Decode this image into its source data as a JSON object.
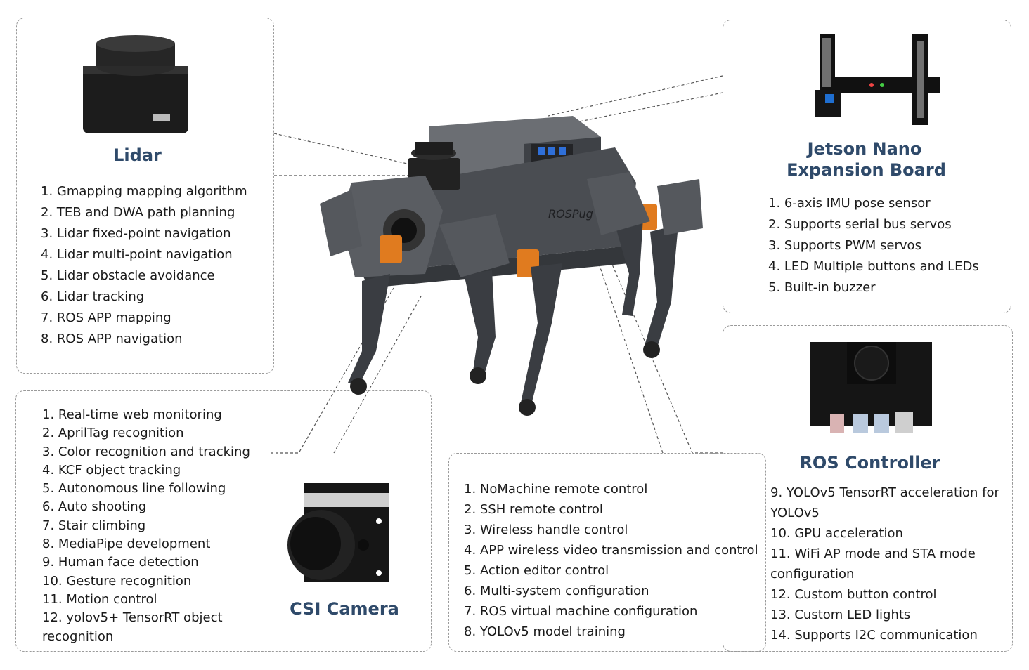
{
  "lidar": {
    "title": "Lidar",
    "items": [
      "1.  Gmapping mapping algorithm",
      "2. TEB and DWA path planning",
      "3. Lidar fixed-point navigation",
      "4. Lidar multi-point navigation",
      "5. Lidar obstacle avoidance",
      "6. Lidar tracking",
      "7. ROS APP mapping",
      "8. ROS APP navigation"
    ]
  },
  "jetson": {
    "title_line1": "Jetson Nano",
    "title_line2": "Expansion Board",
    "items": [
      "1. 6-axis IMU pose sensor",
      "2. Supports serial bus servos",
      "3.  Supports PWM servos",
      "4. LED Multiple buttons and LEDs",
      "5. Built-in buzzer"
    ]
  },
  "camera_features": {
    "items": [
      "1. Real-time web monitoring",
      "2. AprilTag recognition",
      "3. Color recognition and tracking",
      "4. KCF object tracking",
      "5. Autonomous line following",
      "6. Auto shooting",
      "7. Stair climbing",
      "8. MediaPipe development",
      "9. Human face detection",
      "10. Gesture recognition",
      "11. Motion control",
      "12. yolov5+ TensorRT object recognition"
    ]
  },
  "csi_camera": {
    "title": "CSI Camera"
  },
  "control": {
    "items": [
      "1. NoMachine remote control",
      "2. SSH remote control",
      "3. Wireless handle control",
      "4. APP wireless video transmission and control",
      "5. Action editor control",
      "6. Multi-system configuration",
      "7. ROS virtual machine configuration",
      "8. YOLOv5 model training"
    ]
  },
  "ros_controller": {
    "title": "ROS Controller",
    "items": [
      "9. YOLOv5 TensorRT acceleration for YOLOv5",
      "10. GPU acceleration",
      "11. WiFi AP mode and STA mode configuration",
      "12. Custom button control",
      "13.  Custom LED lights",
      "14. Supports I2C communication"
    ]
  },
  "robot": {
    "brand_text": "ROSPug"
  },
  "colors": {
    "heading": "#2f4a6a",
    "border": "#9a9a9a",
    "metal": "#4a4d52",
    "orange": "#e07b1f"
  },
  "icons": [
    "lidar-sensor-icon",
    "expansion-board-icon",
    "csi-camera-module-icon",
    "ros-controller-board-icon",
    "robot-dog-illustration"
  ]
}
